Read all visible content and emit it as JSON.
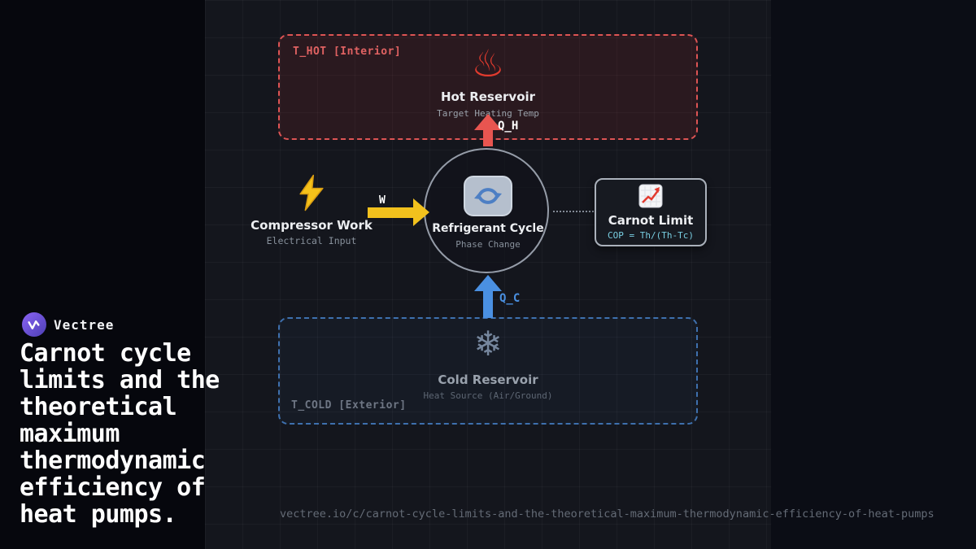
{
  "branding": {
    "name": "Vectree",
    "headline": "Carnot cycle limits and the theoretical maximum thermodynamic efficiency of heat pumps."
  },
  "footer": {
    "url": "vectree.io/c/carnot-cycle-limits-and-the-theoretical-maximum-thermodynamic-efficiency-of-heat-pumps"
  },
  "diagram": {
    "hot_zone": {
      "label": "T_HOT [Interior]",
      "title": "Hot Reservoir",
      "subtitle": "Target Heating Temp"
    },
    "cold_zone": {
      "label": "T_COLD [Exterior]",
      "title": "Cold Reservoir",
      "subtitle": "Heat Source (Air/Ground)"
    },
    "cycle_node": {
      "title": "Refrigerant Cycle",
      "subtitle": "Phase Change"
    },
    "compressor": {
      "title": "Compressor Work",
      "subtitle": "Electrical Input"
    },
    "carnot": {
      "title": "Carnot Limit",
      "formula": "COP = Th/(Th-Tc)"
    },
    "flows": {
      "heat_out": "Q_H",
      "heat_in": "Q_C",
      "work": "W"
    }
  },
  "glyphs": {
    "hot": "♨",
    "cold": "❄"
  },
  "icons": [
    "hot-springs-icon",
    "refresh-cycle-icon",
    "lightning-icon",
    "chart-icon",
    "snowflake-icon",
    "vectree-logo"
  ],
  "colors": {
    "hot": "#dd5454",
    "cold": "#4a90e2",
    "work": "#f2c11d",
    "formula": "#79cfe2",
    "logo": "#7a5cf0"
  }
}
